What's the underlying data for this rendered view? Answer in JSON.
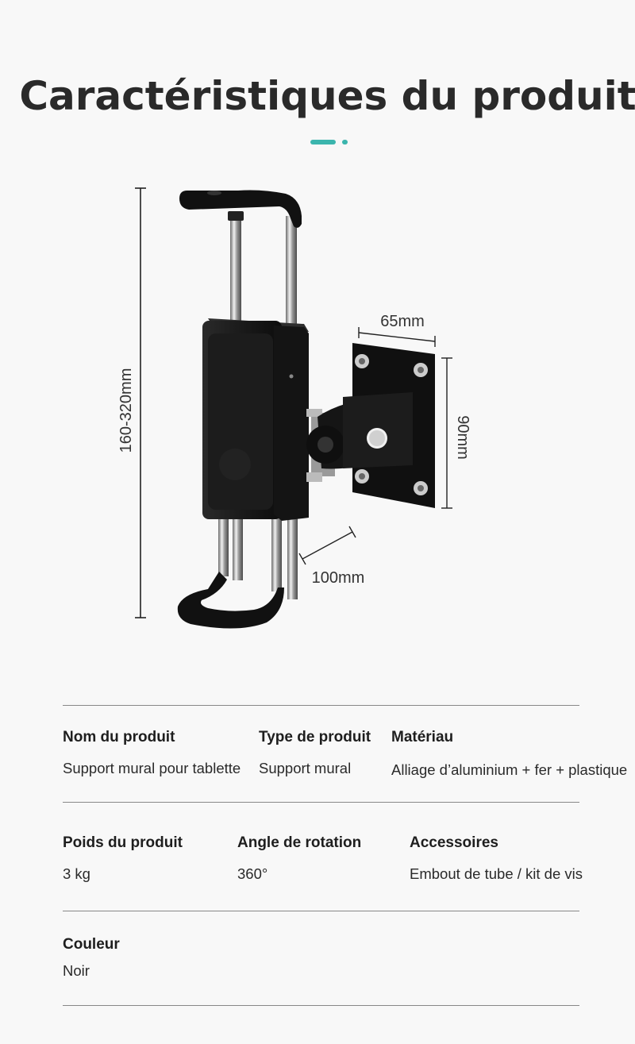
{
  "page_title": "Caractéristiques du produit",
  "accent_color": "#3bb5ad",
  "dimensions": {
    "height_range": "160-320mm",
    "plate_width": "65mm",
    "plate_height": "90mm",
    "arm_depth": "100mm"
  },
  "specs": [
    {
      "label": "Nom du produit",
      "value": "Support mural pour tablette"
    },
    {
      "label": "Type de produit",
      "value": "Support mural"
    },
    {
      "label": "Matériau",
      "value": "Alliage d’aluminium + fer + plastique"
    },
    {
      "label": "Poids du produit",
      "value": "3 kg"
    },
    {
      "label": "Angle de rotation",
      "value": "360°"
    },
    {
      "label": "Accessoires",
      "value": "Embout de tube / kit de vis"
    },
    {
      "label": "Couleur",
      "value": "Noir"
    }
  ]
}
